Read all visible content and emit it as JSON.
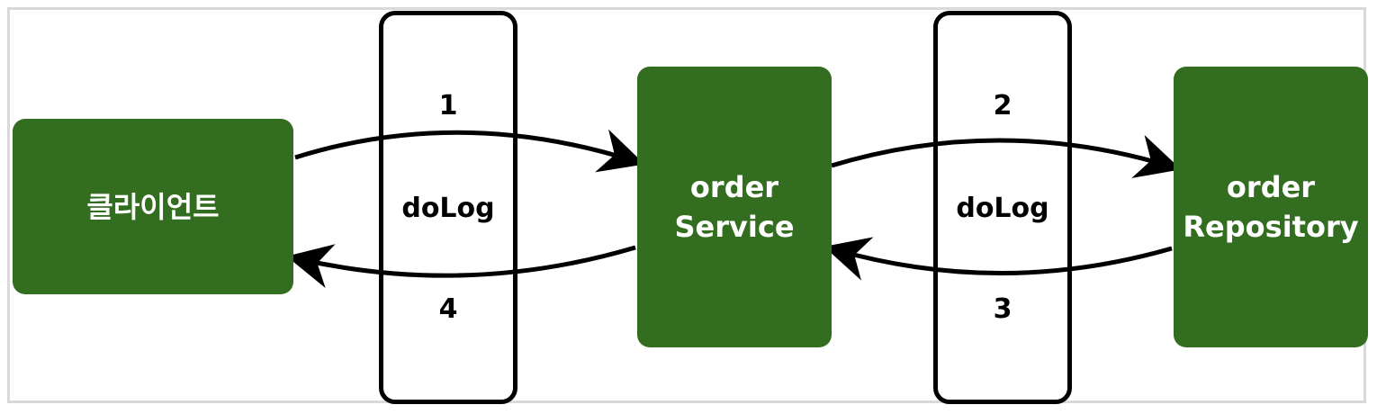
{
  "nodes": {
    "client": {
      "label": "클라이언트"
    },
    "order_service": {
      "line1": "order",
      "line2": "Service"
    },
    "order_repository": {
      "line1": "order",
      "line2": "Repository"
    }
  },
  "aspects": [
    {
      "label": "doLog"
    },
    {
      "label": "doLog"
    }
  ],
  "steps": [
    "1",
    "2",
    "3",
    "4"
  ],
  "colors": {
    "node_fill": "#336d20",
    "node_text": "#ffffff",
    "stroke": "#000000",
    "frame": "#d9d9d9"
  }
}
